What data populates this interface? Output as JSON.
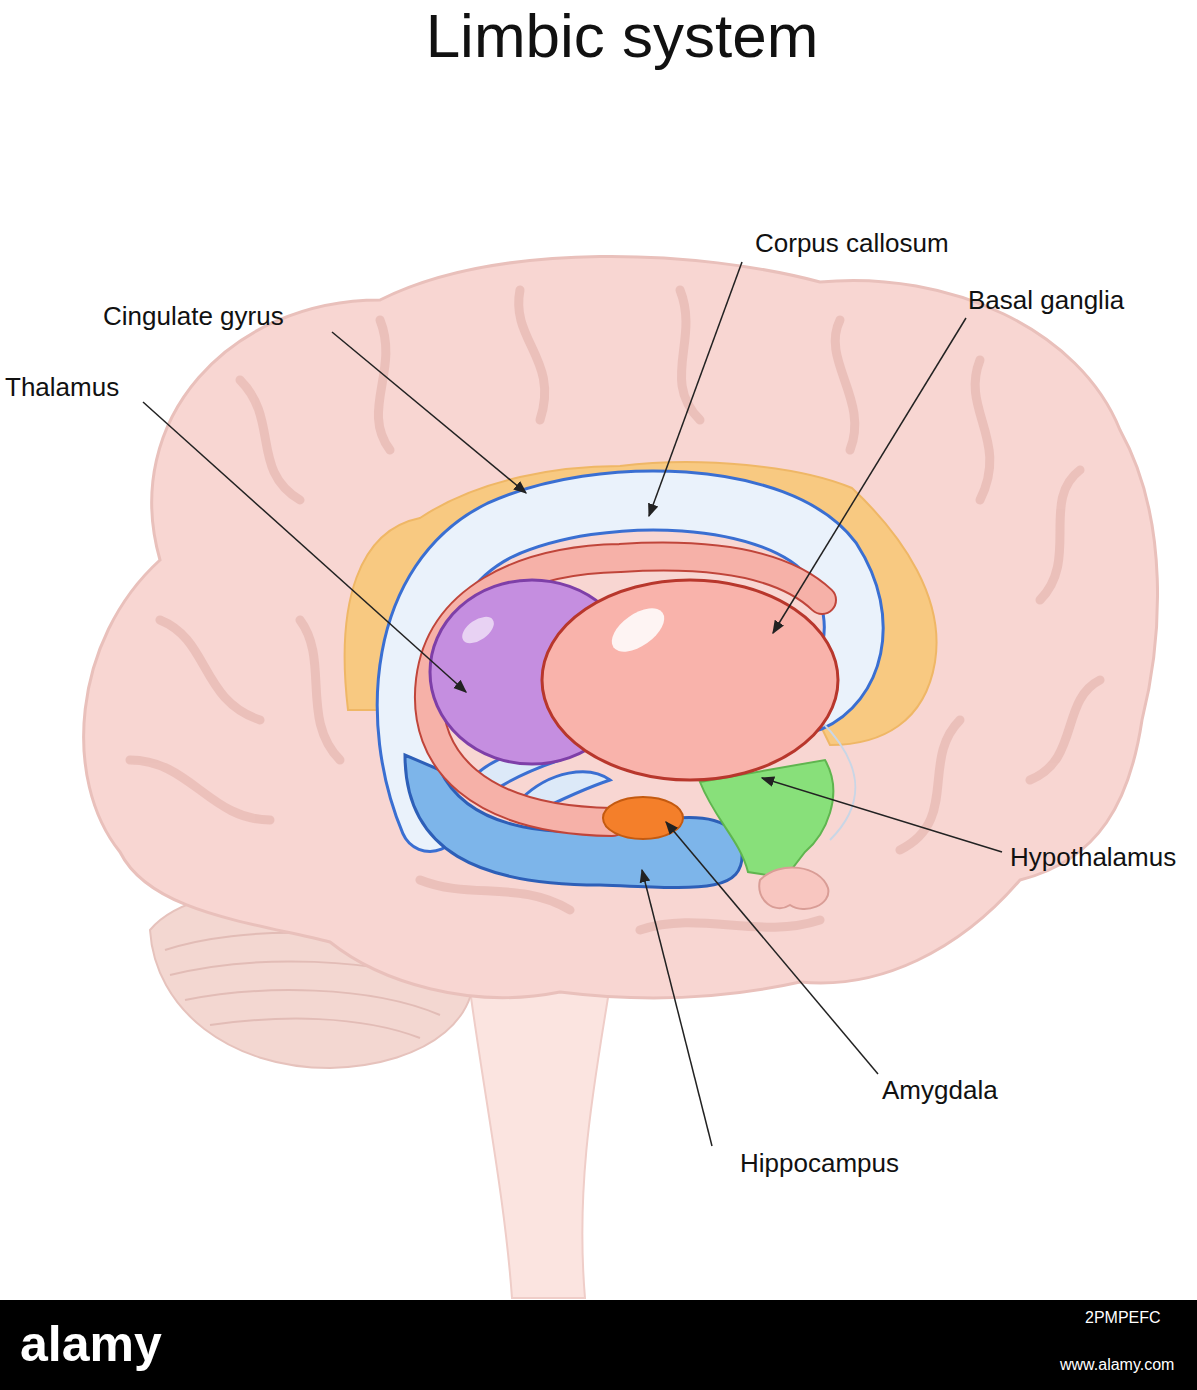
{
  "diagram": {
    "title": "Limbic system",
    "labels": [
      "Corpus callosum",
      "Cingulate gyrus",
      "Basal ganglia",
      "Thalamus",
      "Hypothalamus",
      "Amygdala",
      "Hippocampus",
      "alamy",
      "2PMPEFC",
      "www.alamy.com"
    ]
  }
}
